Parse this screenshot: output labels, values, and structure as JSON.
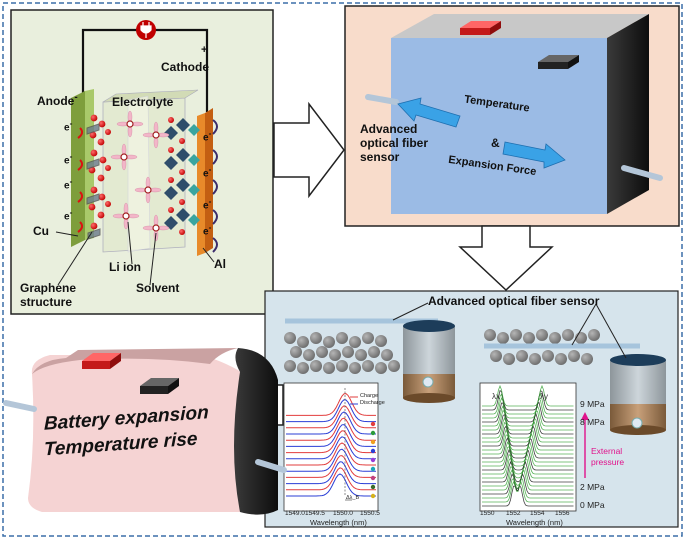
{
  "panel1": {
    "anode_label": "Anode",
    "anode_sign": "-",
    "cathode_label": "Cathode",
    "cathode_sign": "+",
    "electrolyte_label": "Electrolyte",
    "electron_label": "e",
    "electron_sign": "-",
    "cu_label": "Cu",
    "al_label": "Al",
    "li_ion_label": "Li ion",
    "graphene_label_line1": "Graphene",
    "graphene_label_line2": "structure",
    "solvent_label": "Solvent",
    "colors": {
      "background": "#e9efdd",
      "anode": "#9bbd55",
      "cathode": "#e07a1e",
      "electrolyte": "#e6eccc"
    }
  },
  "panel2": {
    "sensor_line1": "Advanced",
    "sensor_line2": "optical fiber",
    "sensor_line3": "sensor",
    "temperature_label": "Temperature",
    "ampersand": "&",
    "expansion_label": "Expansion Force",
    "colors": {
      "background": "#f8dccb",
      "battery_front": "#9bbbe5",
      "arrow": "#3aa2e6"
    }
  },
  "panel3": {
    "title": "Advanced optical fiber sensor",
    "chart_left": {
      "legend": [
        "Charge",
        "Discharge"
      ],
      "x_ticks": [
        "1549.0",
        "1549.5",
        "1550.0",
        "1550.5"
      ],
      "xlabel": "Wavelength (nm)",
      "annotation": "Δλ_B",
      "colors": {
        "charge": "#e23c3c",
        "discharge": "#2b3fd6"
      }
    },
    "chart_right": {
      "x_ticks": [
        "1550",
        "1552",
        "1554",
        "1556"
      ],
      "xlabel": "Wavelength (nm)",
      "pressure_labels": [
        "9 MPa",
        "8 MPa",
        "2 MPa",
        "0 MPa"
      ],
      "external_line1": "External",
      "external_line2": "pressure",
      "lambda_x": "λx",
      "lambda_y": "λy",
      "colors": {
        "peaks": "#3ca53c",
        "pressure_arrow": "#e0128b"
      }
    },
    "colors": {
      "background": "#d6e4ec"
    }
  },
  "panel4": {
    "line1": "Battery expansion",
    "line2": "Temperature rise",
    "colors": {
      "battery_front": "#f5d3d3",
      "battery_top": "#caa2a2"
    }
  }
}
